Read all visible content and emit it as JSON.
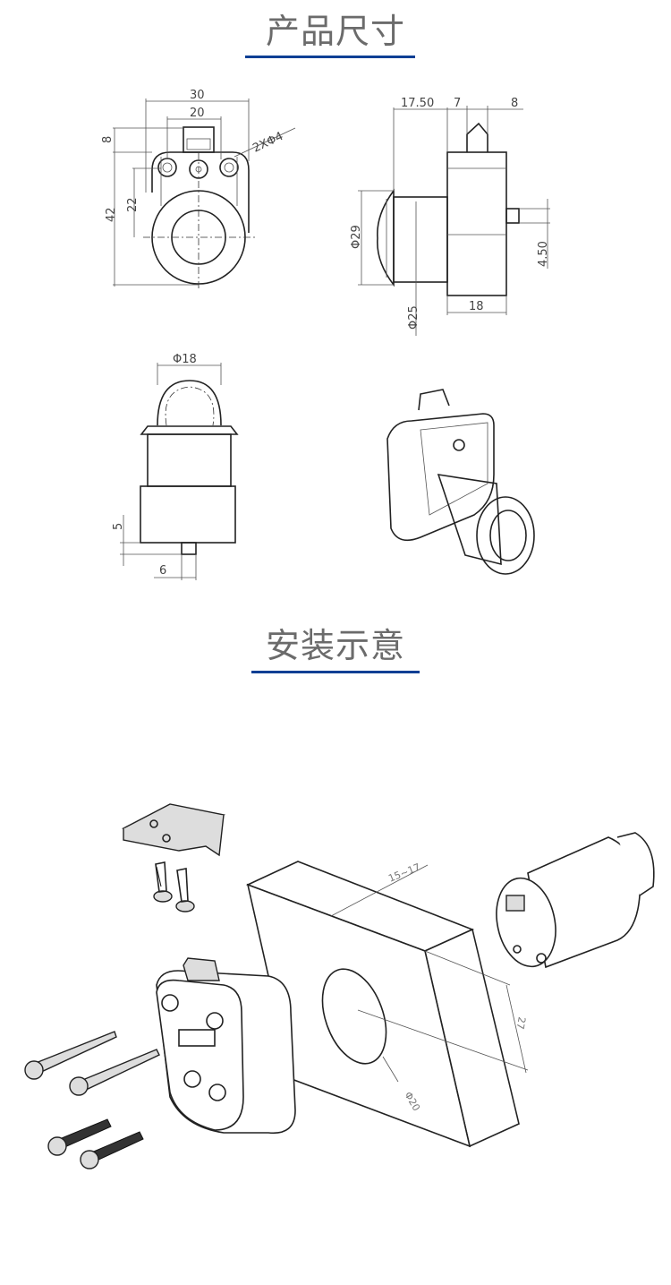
{
  "sections": {
    "dimensions_title": "产品尺寸",
    "installation_title": "安装示意"
  },
  "colors": {
    "title_text": "#6b6b6b",
    "accent_underline": "#0b3f94"
  },
  "front_view": {
    "width_total": "30",
    "hole_spacing": "20",
    "tab_height": "8",
    "height_total": "42",
    "center_height": "22",
    "holes": "2XΦ4"
  },
  "side_view": {
    "head_depth": "17.50",
    "gap": "7",
    "latch_width": "8",
    "head_diameter": "Φ29",
    "body_diameter": "Φ25",
    "housing_depth": "18",
    "pin_offset": "4.50"
  },
  "top_view": {
    "head_diameter": "Φ18",
    "pin_height": "5",
    "pin_width": "6"
  },
  "installation": {
    "panel_thickness": "15~17",
    "hole_offset": "27",
    "hole_diameter": "Φ20"
  }
}
